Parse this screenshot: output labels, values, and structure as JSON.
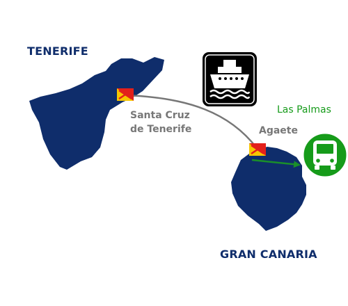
{
  "islands": {
    "tenerife": {
      "name": "TENERIFE"
    },
    "gran_canaria": {
      "name": "GRAN CANARIA"
    }
  },
  "ports": {
    "santa_cruz": {
      "line1": "Santa Cruz",
      "line2": "de Tenerife"
    },
    "agaete": {
      "name": "Agaete"
    }
  },
  "destination": {
    "name": "Las Palmas"
  },
  "icons": {
    "ferry": "ferry-icon",
    "bus": "bus-icon",
    "port_flag": "port-flag-icon"
  },
  "colors": {
    "island_fill": "#0f2d6b",
    "island_label": "#0f2d6b",
    "ferry_route": "#777777",
    "bus_route": "#1a8f2a",
    "destination_label": "#169b1a",
    "bus_circle": "#169b1a",
    "ferry_badge": "#000000",
    "flag_red": "#e3201b",
    "flag_yellow": "#f7c600"
  }
}
